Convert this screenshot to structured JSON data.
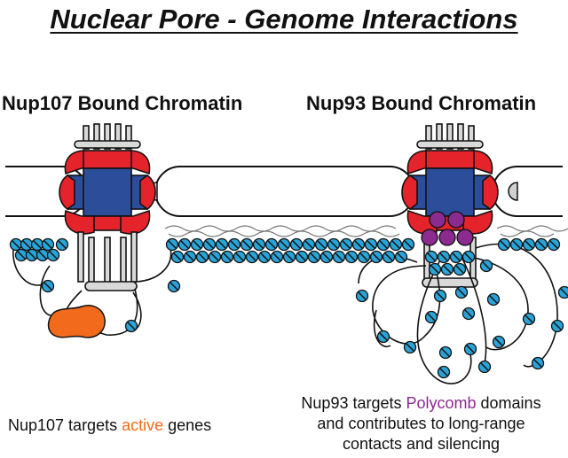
{
  "title": "Nuclear Pore - Genome Interactions",
  "left": {
    "heading": "Nup107 Bound Chromatin",
    "caption_before": "Nup107 targets ",
    "caption_highlight": "active",
    "caption_after": " genes"
  },
  "right": {
    "heading": "Nup93 Bound Chromatin",
    "caption_line1_before": "Nup93 targets ",
    "caption_highlight": "Polycomb",
    "caption_line1_after": " domains",
    "caption_line2": "and contributes to long-range",
    "caption_line3": "contacts and silencing"
  },
  "colors": {
    "pore_red": "#e5232b",
    "pore_blue": "#2c4d9a",
    "nucleosome": "#2aa3d6",
    "active_gene": "#f26a1b",
    "polycomb": "#8b2a8f",
    "basket": "#d9d9d9"
  }
}
